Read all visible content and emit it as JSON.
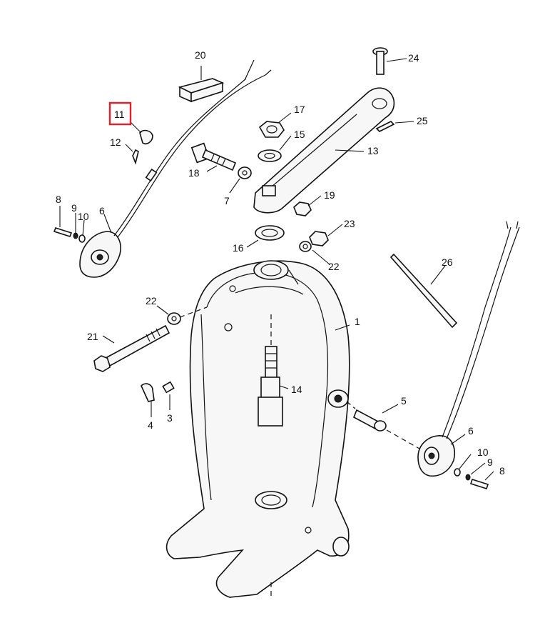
{
  "diagram": {
    "callouts": [
      {
        "id": "c1",
        "text": "1"
      },
      {
        "id": "c3",
        "text": "3"
      },
      {
        "id": "c4",
        "text": "4"
      },
      {
        "id": "c5",
        "text": "5"
      },
      {
        "id": "c6a",
        "text": "6"
      },
      {
        "id": "c6b",
        "text": "6"
      },
      {
        "id": "c7",
        "text": "7"
      },
      {
        "id": "c8a",
        "text": "8"
      },
      {
        "id": "c8b",
        "text": "8"
      },
      {
        "id": "c9a",
        "text": "9"
      },
      {
        "id": "c9b",
        "text": "9"
      },
      {
        "id": "c10a",
        "text": "10"
      },
      {
        "id": "c10b",
        "text": "10"
      },
      {
        "id": "c11",
        "text": "11"
      },
      {
        "id": "c12",
        "text": "12"
      },
      {
        "id": "c13",
        "text": "13"
      },
      {
        "id": "c14",
        "text": "14"
      },
      {
        "id": "c15",
        "text": "15"
      },
      {
        "id": "c16",
        "text": "16"
      },
      {
        "id": "c17",
        "text": "17"
      },
      {
        "id": "c18",
        "text": "18"
      },
      {
        "id": "c19",
        "text": "19"
      },
      {
        "id": "c20",
        "text": "20"
      },
      {
        "id": "c21",
        "text": "21"
      },
      {
        "id": "c22a",
        "text": "22"
      },
      {
        "id": "c22b",
        "text": "22"
      },
      {
        "id": "c23",
        "text": "23"
      },
      {
        "id": "c24",
        "text": "24"
      },
      {
        "id": "c25",
        "text": "25"
      },
      {
        "id": "c26",
        "text": "26"
      }
    ],
    "highlighted_callout": "11",
    "highlight_color": "#e0202a",
    "line_color": "#111111"
  }
}
